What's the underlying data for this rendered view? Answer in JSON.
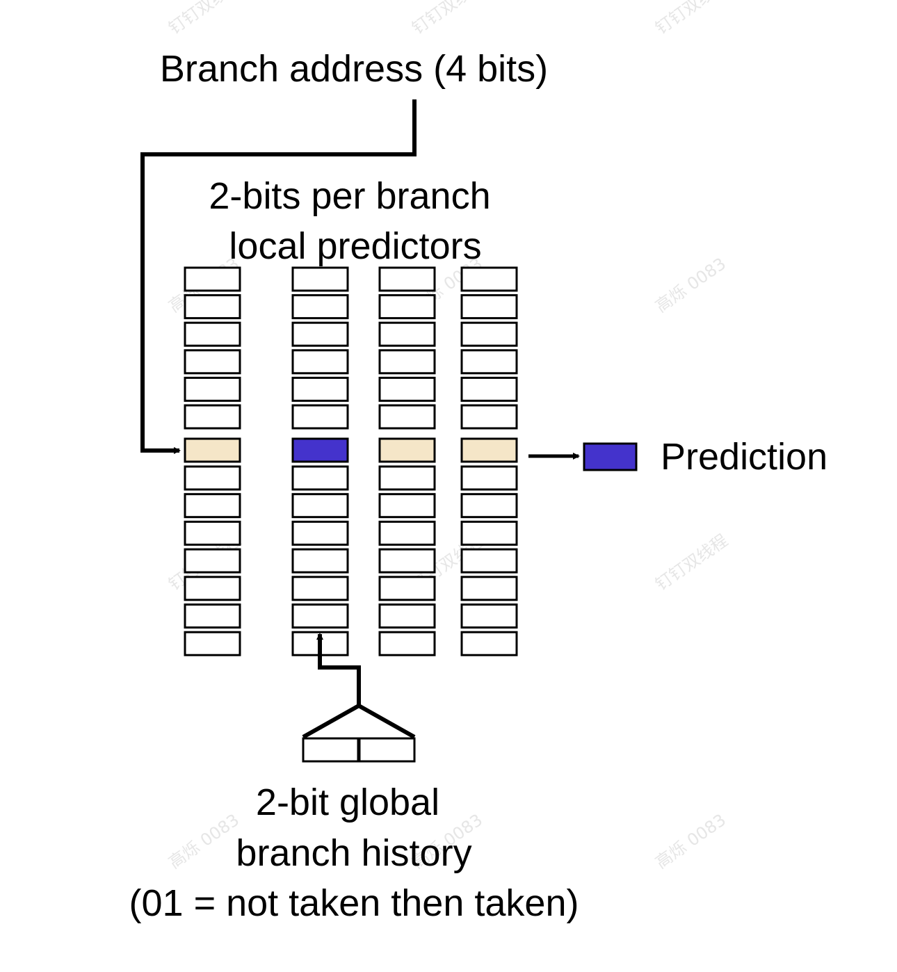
{
  "labels": {
    "branch_address": "Branch address (4 bits)",
    "local_predictors_line1": "2-bits per branch",
    "local_predictors_line2": "local predictors",
    "prediction": "Prediction",
    "global_history_line1": "2-bit global",
    "global_history_line2": "branch history",
    "global_history_line3": "(01 = not taken then taken)"
  },
  "predictor_table": {
    "columns": 4,
    "rows_per_column": 14,
    "selected_row_index": 6,
    "selected_column_index": 1,
    "global_history_bits": 2
  },
  "colors": {
    "selected_row": "#f5e6c8",
    "prediction_fill": "#4433cc",
    "stroke": "#000000",
    "background": "#ffffff",
    "watermark": "#e6e6e6"
  },
  "watermarks": [
    "钉钉双线程",
    "高烁 0083"
  ]
}
